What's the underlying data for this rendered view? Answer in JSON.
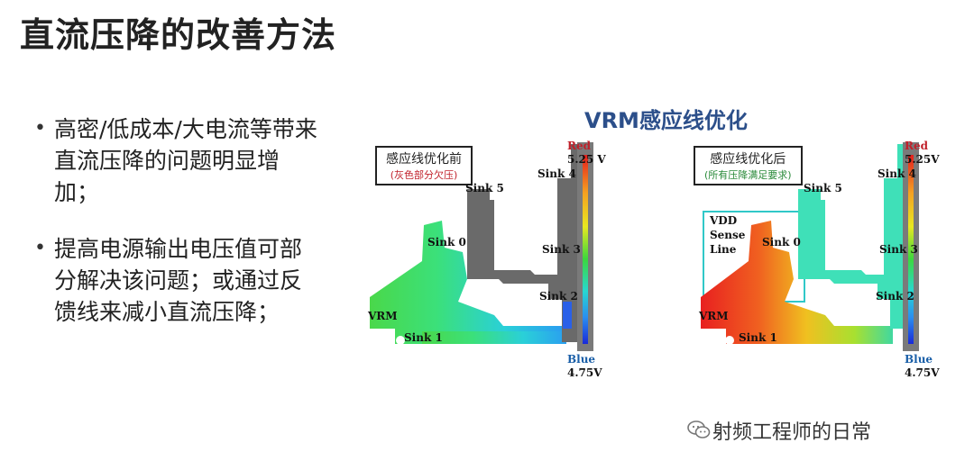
{
  "title": "直流压降的改善方法",
  "bullets": [
    "高密/低成本/大电流等带来直流压降的问题明显增加；",
    "提高电源输出电压值可部分解决该问题；或通过反馈线来减小直流压降；"
  ],
  "figure_title": "VRM感应线优化",
  "left_panel": {
    "caption": "感应线优化前",
    "subcaption": "(灰色部分欠压)",
    "sink5": "Sink 5",
    "sink4": "Sink 4",
    "sink3": "Sink 3",
    "sink2": "Sink 2",
    "sink1": "Sink 1",
    "sink0": "Sink 0",
    "vrm": "VRM",
    "red": "Red",
    "top_voltage": "5.25 V",
    "blue": "Blue",
    "bottom_voltage": "4.75V"
  },
  "right_panel": {
    "caption": "感应线优化后",
    "subcaption": "(所有压降满足要求)",
    "sink5": "Sink 5",
    "sink4": "Sink 4",
    "sink3": "Sink 3",
    "sink2": "Sink 2",
    "sink1": "Sink 1",
    "sink0": "Sink 0",
    "vrm": "VRM",
    "vdd_line1": "VDD",
    "vdd_line2": "Sense",
    "vdd_line3": "Line",
    "red": "Red",
    "top_voltage": "5.25V",
    "blue": "Blue",
    "bottom_voltage": "4.75V"
  },
  "footer": "射频工程师的日常",
  "colors": {
    "title": "#222222",
    "figure_title": "#2c4f8a",
    "red_label": "#c0202a",
    "blue_label": "#1a5fa8",
    "left_subcaption": "#c0202a",
    "right_subcaption": "#2a8a3a"
  }
}
